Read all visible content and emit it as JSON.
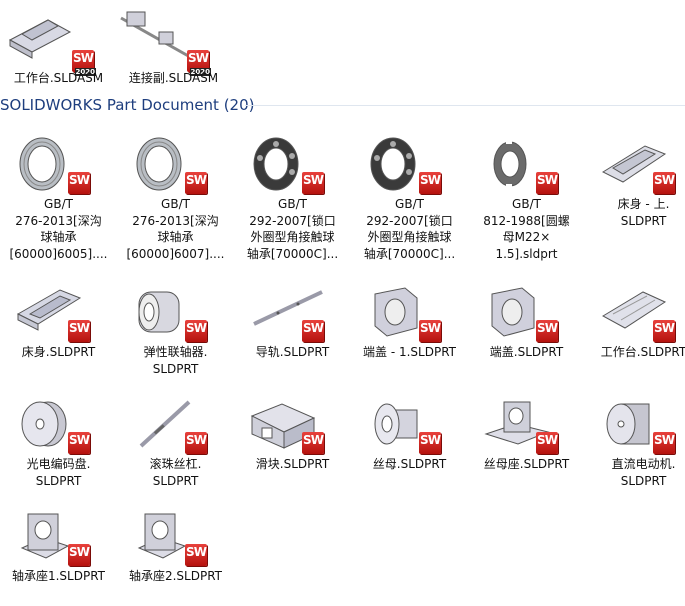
{
  "assemblies": [
    {
      "name": "工作台.SLDASM",
      "icon": "workbench-assembly-icon",
      "year": "2020"
    },
    {
      "name": "连接副.SLDASM",
      "icon": "coupling-assembly-icon",
      "year": "2020"
    }
  ],
  "group": {
    "title": "SOLIDWORKS Part Document (20)"
  },
  "parts": [
    {
      "name": "GB/T\n276-2013[深沟\n球轴承\n[60000]6005]....",
      "icon": "deep-groove-bearing-icon"
    },
    {
      "name": "GB/T\n276-2013[深沟\n球轴承\n[60000]6007]....",
      "icon": "deep-groove-bearing-icon"
    },
    {
      "name": "GB/T\n292-2007[锁口\n外圈型角接触球\n轴承[70000C]...",
      "icon": "angular-contact-bearing-icon"
    },
    {
      "name": "GB/T\n292-2007[锁口\n外圈型角接触球\n轴承[70000C]...",
      "icon": "angular-contact-bearing-icon"
    },
    {
      "name": "GB/T\n812-1988[圆螺\n母M22×\n1.5].sldprt",
      "icon": "round-nut-icon"
    },
    {
      "name": "床身 - 上.\nSLDPRT",
      "icon": "bed-upper-icon"
    },
    {
      "name": "床身.SLDPRT",
      "icon": "bed-icon"
    },
    {
      "name": "弹性联轴器.\nSLDPRT",
      "icon": "flexible-coupling-icon"
    },
    {
      "name": "导轨.SLDPRT",
      "icon": "guide-rail-icon"
    },
    {
      "name": "端盖 - 1.SLDPRT",
      "icon": "end-cap-icon"
    },
    {
      "name": "端盖.SLDPRT",
      "icon": "end-cap-icon"
    },
    {
      "name": "工作台.SLDPRT",
      "icon": "worktable-icon"
    },
    {
      "name": "光电编码盘.\nSLDPRT",
      "icon": "encoder-disc-icon"
    },
    {
      "name": "滚珠丝杠.\nSLDPRT",
      "icon": "ball-screw-icon"
    },
    {
      "name": "滑块.SLDPRT",
      "icon": "slider-block-icon"
    },
    {
      "name": "丝母.SLDPRT",
      "icon": "screw-nut-icon"
    },
    {
      "name": "丝母座.SLDPRT",
      "icon": "nut-seat-icon"
    },
    {
      "name": "直流电动机.\nSLDPRT",
      "icon": "dc-motor-icon"
    },
    {
      "name": "轴承座1.SLDPRT",
      "icon": "bearing-seat-icon"
    },
    {
      "name": "轴承座2.SLDPRT",
      "icon": "bearing-seat-icon"
    }
  ],
  "badge_text": "SW"
}
